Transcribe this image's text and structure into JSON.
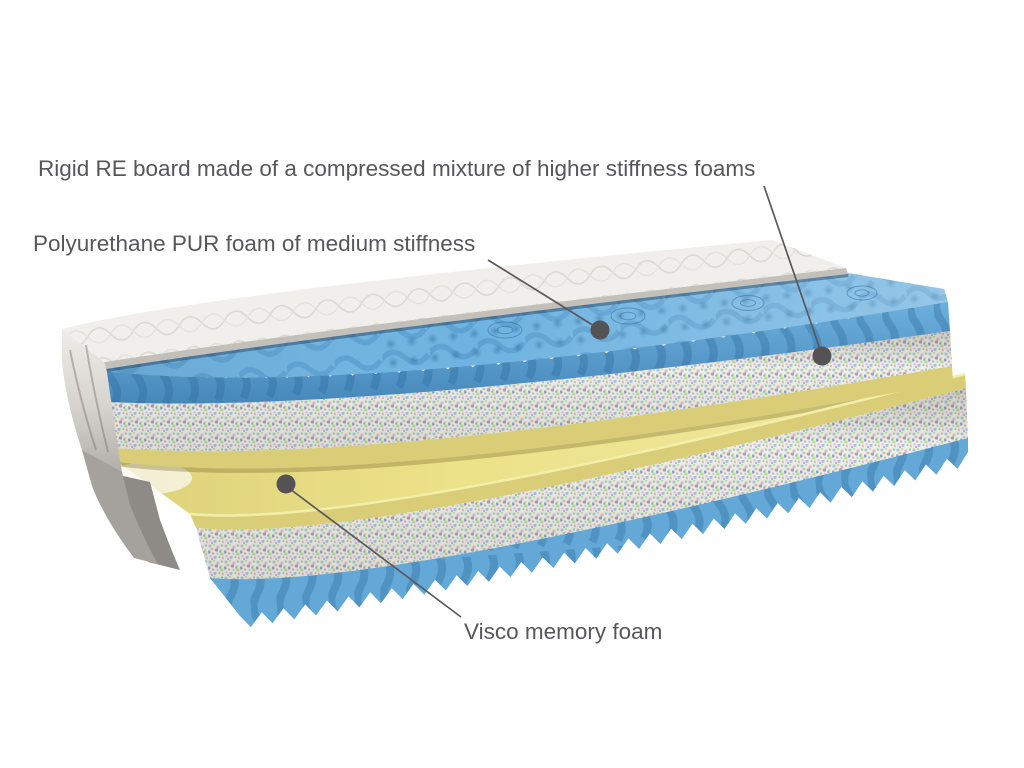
{
  "page": {
    "background": "#ffffff"
  },
  "diagram": {
    "type": "mattress-layer-cutaway",
    "labels": [
      {
        "id": "rigid-re-board",
        "text": "Rigid RE board made of a compressed mixture of higher stiffness foams"
      },
      {
        "id": "pur-foam",
        "text": "Polyurethane PUR foam of medium stiffness"
      },
      {
        "id": "visco-foam",
        "text": "Visco memory foam"
      }
    ],
    "colors": {
      "label_text": "#57575a",
      "leader_line": "#5a585b",
      "callout_dot": "#545255",
      "blue_foam_top": "#6fb3e0",
      "blue_foam_front": "#5aa2d3",
      "blue_foam_base": "#63a8d6",
      "speckled_foam": "#f0efe8",
      "yellow_foam_top": "#ece289",
      "yellow_foam_front": "#d9ce77",
      "cover_white": "#f1efeb",
      "cover_edge": "#c3bfb9",
      "drape_gray": "#a5a19d",
      "drape_gray_dark": "#8e8a86"
    }
  }
}
